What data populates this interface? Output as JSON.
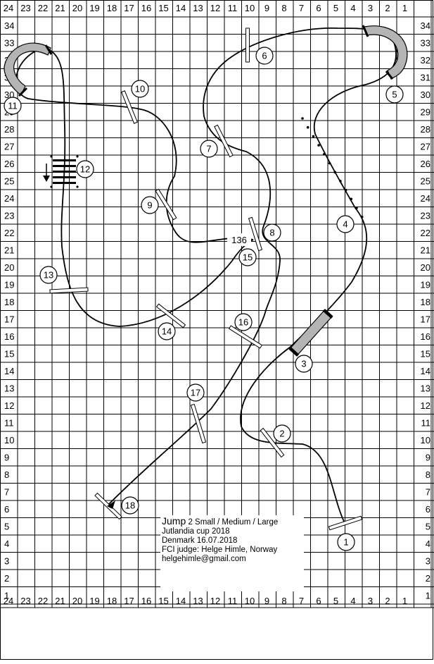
{
  "ruler": {
    "columns": [
      "24",
      "23",
      "22",
      "21",
      "20",
      "19",
      "18",
      "17",
      "16",
      "15",
      "14",
      "13",
      "12",
      "11",
      "10",
      "9",
      "8",
      "7",
      "6",
      "5",
      "4",
      "3",
      "2",
      "1"
    ],
    "rows": [
      "34",
      "33",
      "32",
      "31",
      "30",
      "29",
      "28",
      "27",
      "26",
      "25",
      "24",
      "23",
      "22",
      "21",
      "20",
      "19",
      "18",
      "17",
      "16",
      "15",
      "14",
      "13",
      "12",
      "11",
      "10",
      "9",
      "8",
      "7",
      "6",
      "5",
      "4",
      "3",
      "2",
      "1"
    ]
  },
  "obstacles": [
    {
      "num": "1",
      "type": "jump"
    },
    {
      "num": "2",
      "type": "jump"
    },
    {
      "num": "3",
      "type": "tunnel"
    },
    {
      "num": "4",
      "type": "weave"
    },
    {
      "num": "5",
      "type": "curved-tunnel"
    },
    {
      "num": "6",
      "type": "jump"
    },
    {
      "num": "7",
      "type": "jump"
    },
    {
      "num": "8",
      "type": "jump"
    },
    {
      "num": "9",
      "type": "jump"
    },
    {
      "num": "10",
      "type": "jump"
    },
    {
      "num": "11",
      "type": "curved-tunnel"
    },
    {
      "num": "12",
      "type": "long-jump"
    },
    {
      "num": "13",
      "type": "jump"
    },
    {
      "num": "14",
      "type": "jump"
    },
    {
      "num": "15",
      "type": "jump"
    },
    {
      "num": "16",
      "type": "jump"
    },
    {
      "num": "17",
      "type": "jump"
    },
    {
      "num": "18",
      "type": "jump"
    }
  ],
  "course_length": "136",
  "info": {
    "title": "Jump",
    "classes": "2 Small / Medium / Large",
    "event": "Jutlandia cup 2018",
    "location_date": "Denmark 16.07.2018",
    "judge": "FCI judge: Helge Himle, Norway",
    "email": "helgehimle@gmail.com"
  },
  "colors": {
    "tunnel": "#b4b4b4",
    "line": "#000000"
  }
}
